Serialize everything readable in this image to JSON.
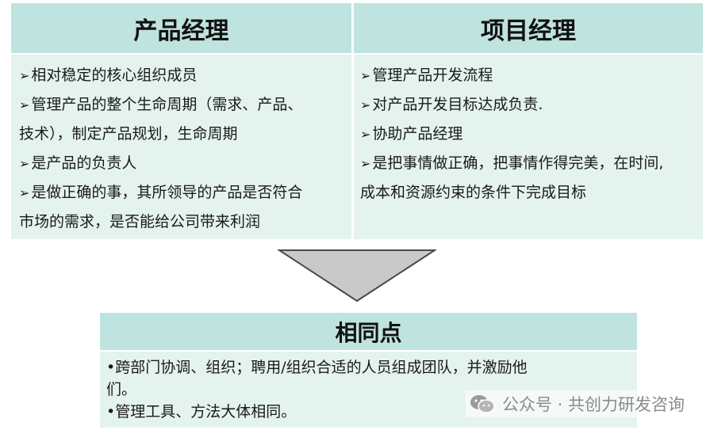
{
  "left": {
    "title": "产品经理",
    "lines": [
      "相对稳定的核心组织成员",
      "管理产品的整个生命周期（需求、产品、",
      "技术），制定产品规划，生命周期",
      "是产品的负责人",
      "是做正确的事，其所领导的产品是否符合",
      "市场的需求，是否能给公司带来利润"
    ]
  },
  "right": {
    "title": "项目经理",
    "lines": [
      "管理产品开发流程",
      "对产品开发目标达成负责.",
      "协助产品经理",
      "是把事情做正确，把事情作得完美，在时间,",
      "成本和资源约束的条件下完成目标"
    ]
  },
  "common": {
    "title": "相同点",
    "lines": [
      "•跨部门协调、组织；聘用/组织合适的人员组成团队，并激励他",
      "们。",
      "•管理工具、方法大体相同。"
    ]
  },
  "watermark": {
    "text": "公众号 · 共创力研发咨询",
    "icon": "wechat-icon"
  },
  "colors": {
    "header": "#bfe3df",
    "body": "#e4f3ee",
    "arrow": "#c9c9c9"
  }
}
